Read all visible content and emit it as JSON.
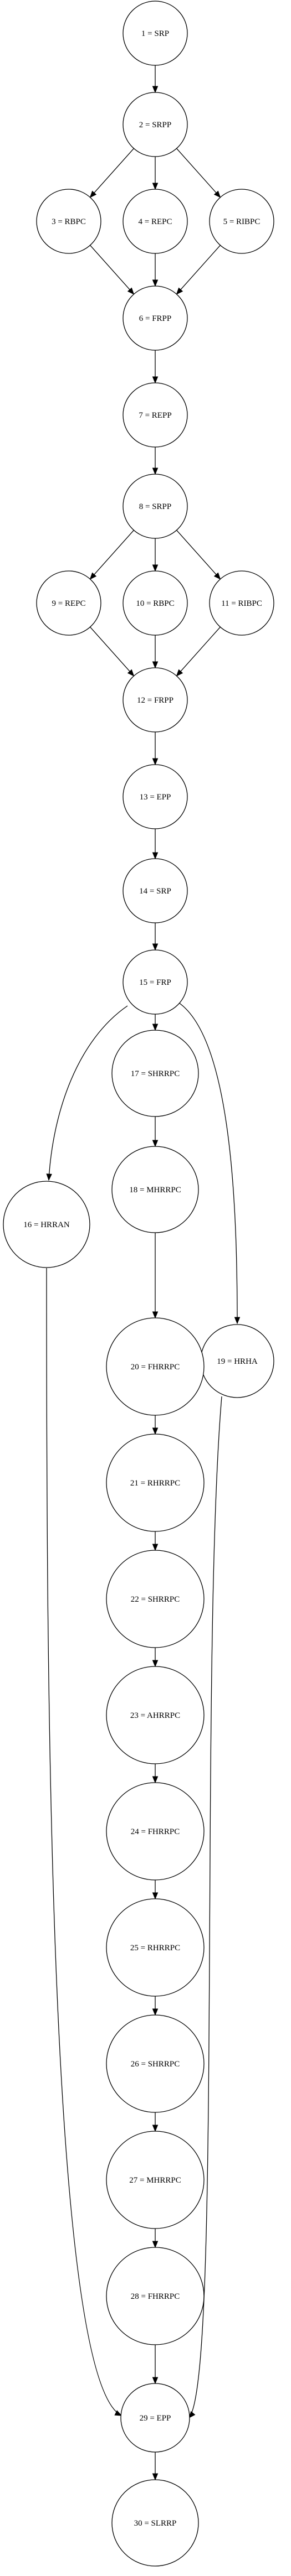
{
  "nodes": [
    {
      "id": "n1",
      "label": "1 = SRP"
    },
    {
      "id": "n2",
      "label": "2 = SRPP"
    },
    {
      "id": "n3",
      "label": "3 = RBPC"
    },
    {
      "id": "n4",
      "label": "4 = REPC"
    },
    {
      "id": "n5",
      "label": "5 = RIBPC"
    },
    {
      "id": "n6",
      "label": "6 = FRPP"
    },
    {
      "id": "n7",
      "label": "7 = REPP"
    },
    {
      "id": "n8",
      "label": "8 = SRPP"
    },
    {
      "id": "n9",
      "label": "9 = REPC"
    },
    {
      "id": "n10",
      "label": "10 = RBPC"
    },
    {
      "id": "n11",
      "label": "11 = RIBPC"
    },
    {
      "id": "n12",
      "label": "12 = FRPP"
    },
    {
      "id": "n13",
      "label": "13 = EPP"
    },
    {
      "id": "n14",
      "label": "14 = SRP"
    },
    {
      "id": "n15",
      "label": "15 = FRP"
    },
    {
      "id": "n16",
      "label": "16 = HRRAN"
    },
    {
      "id": "n17",
      "label": "17 = SHRRPC"
    },
    {
      "id": "n18",
      "label": "18 = MHRRPC"
    },
    {
      "id": "n19",
      "label": "19 = HRHA"
    },
    {
      "id": "n20",
      "label": "20 = FHRRPC"
    },
    {
      "id": "n21",
      "label": "21 = RHRRPC"
    },
    {
      "id": "n22",
      "label": "22 = SHRRPC"
    },
    {
      "id": "n23",
      "label": "23 = AHRRPC"
    },
    {
      "id": "n24",
      "label": "24 = FHRRPC"
    },
    {
      "id": "n25",
      "label": "25 = RHRRPC"
    },
    {
      "id": "n26",
      "label": "26 = SHRRPC"
    },
    {
      "id": "n27",
      "label": "27 = MHRRPC"
    },
    {
      "id": "n28",
      "label": "28 = FHRRPC"
    },
    {
      "id": "n29",
      "label": "29 = EPP"
    },
    {
      "id": "n30",
      "label": "30 = SLRRP"
    }
  ],
  "edges": [
    {
      "from": "n1",
      "to": "n2"
    },
    {
      "from": "n2",
      "to": "n3"
    },
    {
      "from": "n2",
      "to": "n4"
    },
    {
      "from": "n2",
      "to": "n5"
    },
    {
      "from": "n3",
      "to": "n6"
    },
    {
      "from": "n4",
      "to": "n6"
    },
    {
      "from": "n5",
      "to": "n6"
    },
    {
      "from": "n6",
      "to": "n7"
    },
    {
      "from": "n7",
      "to": "n8"
    },
    {
      "from": "n8",
      "to": "n9"
    },
    {
      "from": "n8",
      "to": "n10"
    },
    {
      "from": "n8",
      "to": "n11"
    },
    {
      "from": "n9",
      "to": "n12"
    },
    {
      "from": "n10",
      "to": "n12"
    },
    {
      "from": "n11",
      "to": "n12"
    },
    {
      "from": "n12",
      "to": "n13"
    },
    {
      "from": "n13",
      "to": "n14"
    },
    {
      "from": "n14",
      "to": "n15"
    },
    {
      "from": "n15",
      "to": "n16"
    },
    {
      "from": "n15",
      "to": "n17"
    },
    {
      "from": "n15",
      "to": "n19"
    },
    {
      "from": "n17",
      "to": "n18"
    },
    {
      "from": "n18",
      "to": "n20"
    },
    {
      "from": "n20",
      "to": "n21"
    },
    {
      "from": "n21",
      "to": "n22"
    },
    {
      "from": "n22",
      "to": "n23"
    },
    {
      "from": "n23",
      "to": "n24"
    },
    {
      "from": "n24",
      "to": "n25"
    },
    {
      "from": "n25",
      "to": "n26"
    },
    {
      "from": "n26",
      "to": "n27"
    },
    {
      "from": "n27",
      "to": "n28"
    },
    {
      "from": "n28",
      "to": "n29"
    },
    {
      "from": "n16",
      "to": "n29"
    },
    {
      "from": "n19",
      "to": "n29"
    },
    {
      "from": "n29",
      "to": "n30"
    }
  ]
}
